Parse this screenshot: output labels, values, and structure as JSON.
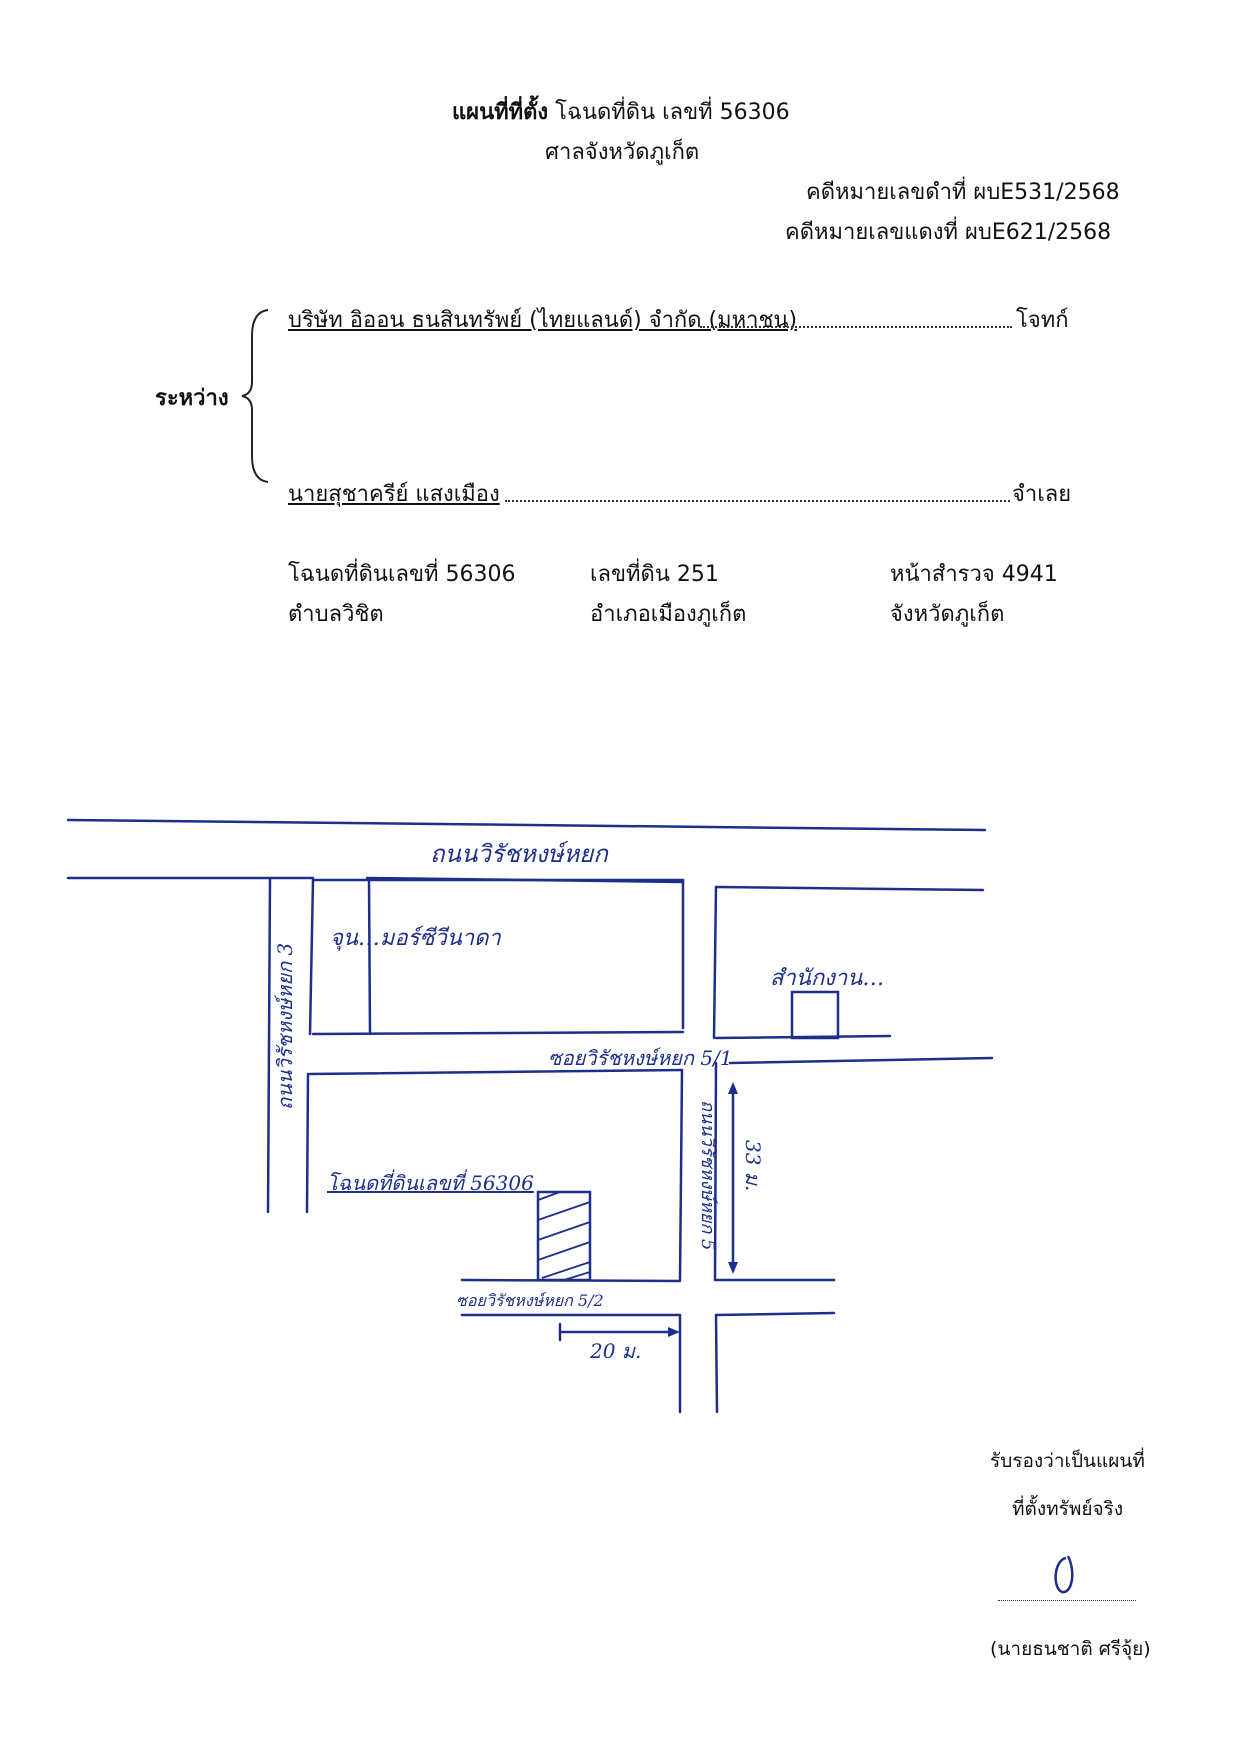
{
  "header": {
    "title_bold": "แผนที่ที่ตั้ง",
    "title_rest": "โฉนดที่ดิน เลขที่  56306",
    "court": "ศาลจังหวัดภูเก็ต",
    "black_case": "คดีหมายเลขดำที่ ผบE531/2568",
    "red_case": "คดีหมายเลขแดงที่  ผบE621/2568"
  },
  "parties": {
    "between_label": "ระหว่าง",
    "plaintiff_name": "บริษัท อิออน ธนสินทรัพย์ (ไทยแลนด์) จำกัด (มหาชน)",
    "plaintiff_role": "โจทก์",
    "defendant_name": "นายสุชาครีย์  แสงเมือง",
    "defendant_role": "จำเลย"
  },
  "land": {
    "deed": "โฉนดที่ดินเลขที่ 56306",
    "land_no": "เลขที่ดิน 251",
    "survey_page": "หน้าสำรวจ  4941",
    "subdistrict": "ตำบลวิชิต",
    "district": "อำเภอเมืองภูเก็ต",
    "province": "จังหวัดภูเก็ต"
  },
  "map": {
    "road_top": "ถนนวิรัชหงษ์หยก",
    "road_left": "ถนนวิรัชหงษ์หยก 3",
    "road_mid": "ถนนวิรัชหงษ์หยก 5",
    "shop": "จุน…มอร์ซีวีนาดา",
    "office": "สำนักงาน…",
    "soi_51": "ซอยวิรัชหงษ์หยก 5/1",
    "soi_52": "ซอยวิรัชหงษ์หยก 5/2",
    "deed_label": "โฉนดที่ดินเลขที่ 56306",
    "dim_vertical": "33 ม.",
    "dim_horizontal": "20 ม."
  },
  "certification": {
    "line1": "รับรองว่าเป็นแผนที่",
    "line2": "ที่ตั้งทรัพย์จริง",
    "signer": "(นายธนชาติ  ศรีจุ้ย)"
  }
}
